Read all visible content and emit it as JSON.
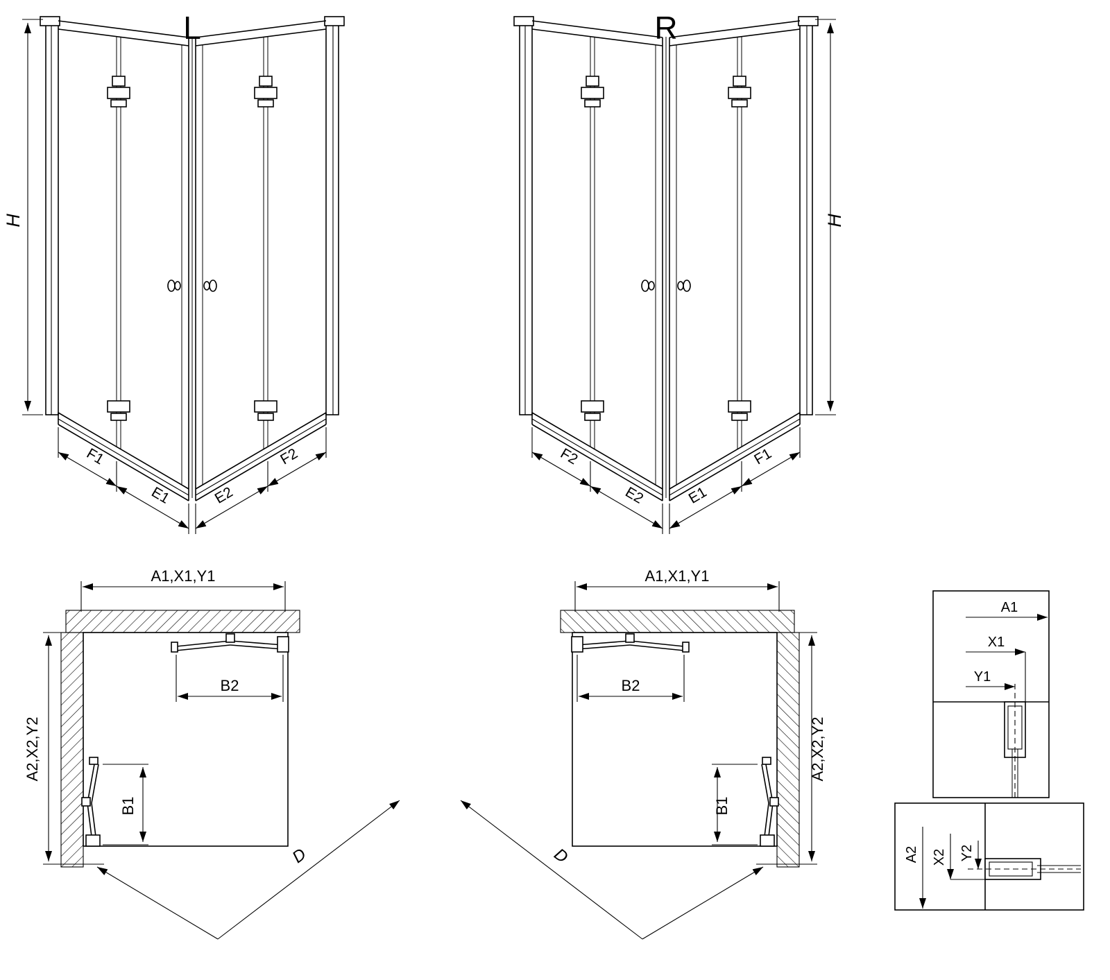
{
  "figure": {
    "iso_left": {
      "title": "L",
      "height_label": "H",
      "bottom_labels": [
        "F1",
        "E1",
        "E2",
        "F2"
      ]
    },
    "iso_right": {
      "title": "R",
      "height_label": "H",
      "bottom_labels": [
        "F2",
        "E2",
        "E1",
        "F1"
      ]
    },
    "plan_left": {
      "top_dim": "A1,X1,Y1",
      "side_dim": "A2,X2,Y2",
      "door_top_dim": "B2",
      "door_side_dim": "B1",
      "diagonal_dim": "D"
    },
    "plan_right": {
      "top_dim": "A1,X1,Y1",
      "side_dim": "A2,X2,Y2",
      "door_top_dim": "B2",
      "door_side_dim": "B1",
      "diagonal_dim": "D"
    },
    "detail_horizontal": {
      "labels": [
        "A1",
        "X1",
        "Y1"
      ]
    },
    "detail_vertical": {
      "labels": [
        "A2",
        "X2",
        "Y2"
      ]
    }
  },
  "colors": {
    "line": "#000000",
    "background": "#ffffff"
  }
}
